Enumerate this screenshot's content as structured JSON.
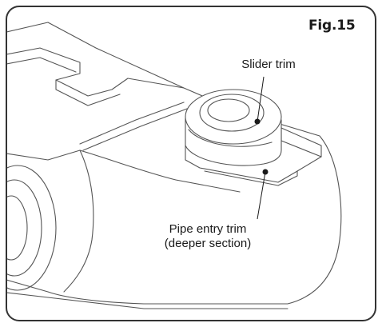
{
  "figure": {
    "label": "Fig.15"
  },
  "callouts": {
    "slider_trim": "Slider trim",
    "pipe_entry_trim_line1": "Pipe entry trim",
    "pipe_entry_trim_line2": "(deeper section)"
  },
  "colors": {
    "line": "#555555",
    "border": "#333333",
    "background": "#ffffff"
  }
}
